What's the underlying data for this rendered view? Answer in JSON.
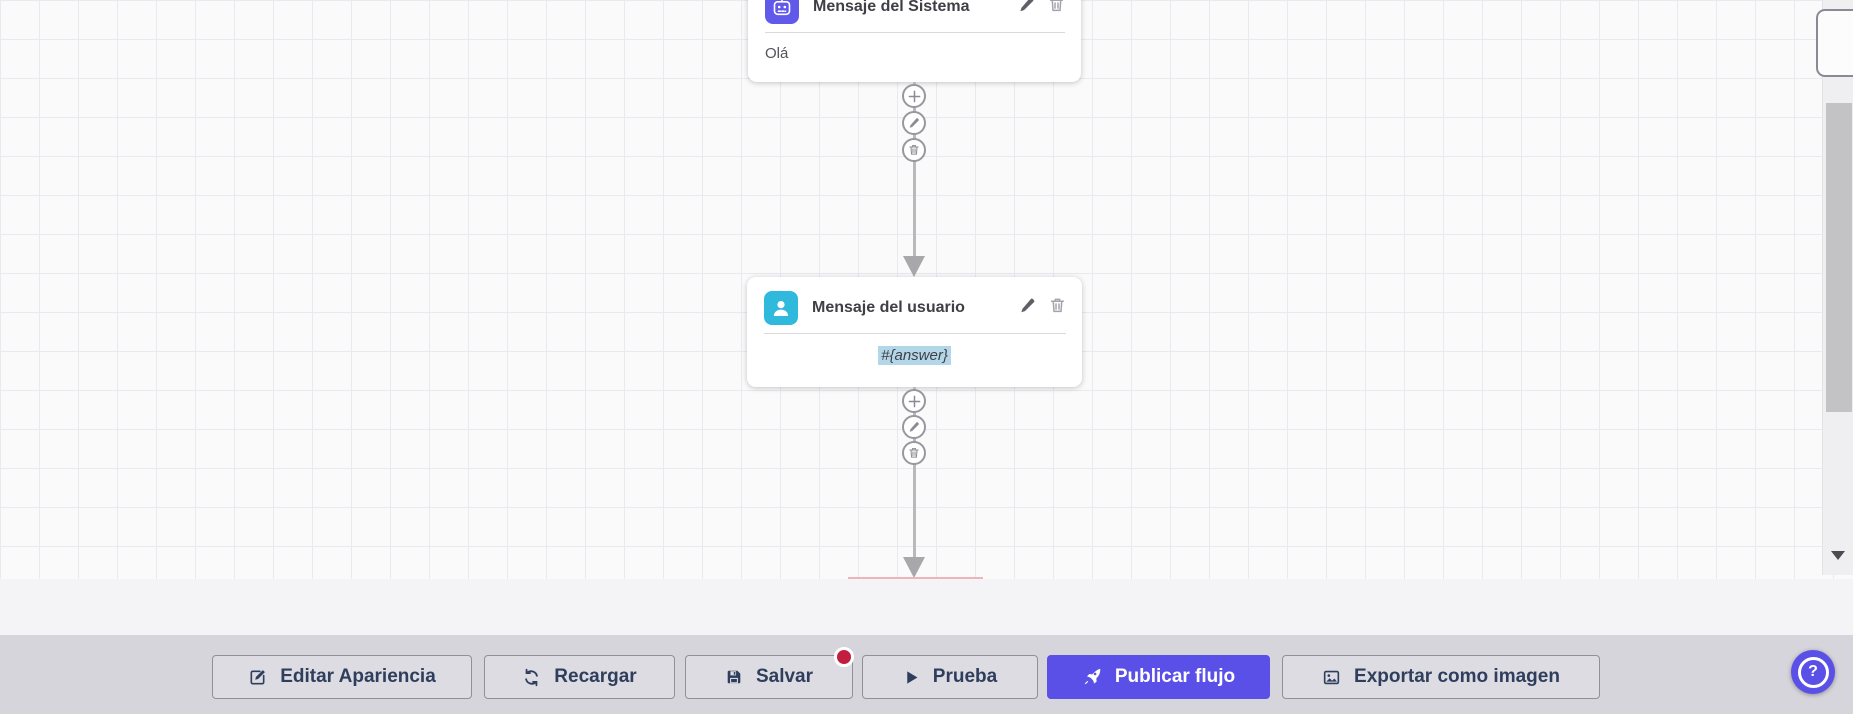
{
  "canvas": {
    "nodes": [
      {
        "title": "Mensaje del Sistema",
        "content": "Olá",
        "icon": "robot-icon",
        "icon_color": "#6159e9"
      },
      {
        "title": "Mensaje del usuario",
        "content": "#{answer}",
        "icon": "user-icon",
        "icon_color": "#2fb9dc",
        "content_highlighted": true
      }
    ],
    "connector_actions": [
      {
        "name": "add",
        "icon": "plus-icon"
      },
      {
        "name": "edit",
        "icon": "pencil-icon"
      },
      {
        "name": "delete",
        "icon": "trash-icon"
      }
    ]
  },
  "toolbar": {
    "buttons": [
      {
        "label": "Editar Apariencia",
        "icon": "edit-square-icon",
        "primary": false
      },
      {
        "label": "Recargar",
        "icon": "refresh-icon",
        "primary": false
      },
      {
        "label": "Salvar",
        "icon": "save-icon",
        "primary": false,
        "badge": true
      },
      {
        "label": "Prueba",
        "icon": "play-icon",
        "primary": false
      },
      {
        "label": "Publicar flujo",
        "icon": "rocket-icon",
        "primary": true
      },
      {
        "label": "Exportar como imagen",
        "icon": "image-icon",
        "primary": false
      }
    ]
  },
  "help": {
    "label": "?"
  },
  "colors": {
    "accent": "#5a50e8",
    "system_node_icon": "#6159e9",
    "user_node_icon": "#2fb9dc",
    "content_highlight": "#b3d7e8",
    "badge": "#c21e3f",
    "toolbar_bg": "#d5d5db",
    "canvas_bg": "#fafafb",
    "grid_line": "#e9e9f1"
  }
}
